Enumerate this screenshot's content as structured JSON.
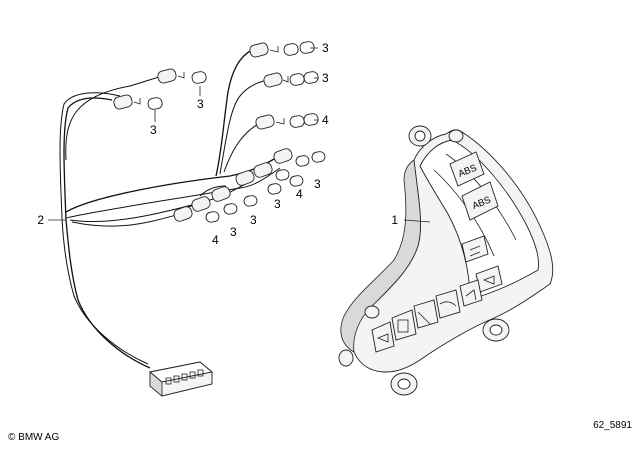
{
  "callouts": {
    "c1": "1",
    "c2": "2",
    "c3a": "3",
    "c3b": "3",
    "c3c": "3",
    "c3d": "3",
    "c4a": "4",
    "c3e": "3",
    "c4b": "4",
    "c3f": "3",
    "c3g": "3",
    "c4c": "4",
    "c3h": "3"
  },
  "panel_labels": {
    "abs_top": "ABS",
    "abs_bottom": "ABS"
  },
  "footer": {
    "copyright": "© BMW AG",
    "diagram_number": "62_5891"
  }
}
